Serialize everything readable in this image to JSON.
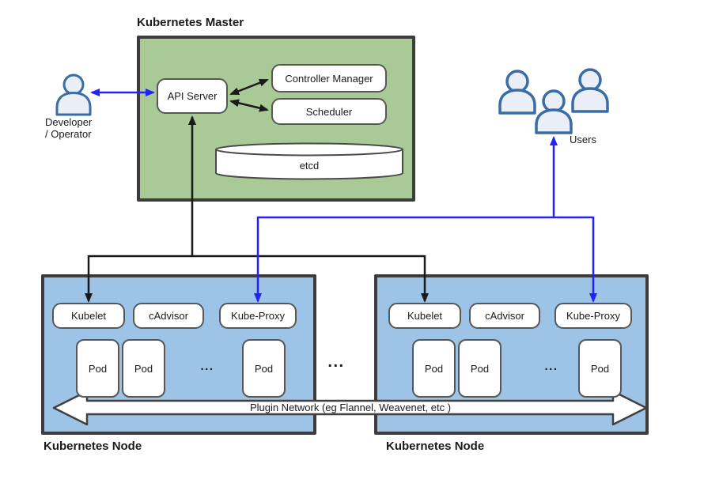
{
  "master": {
    "title": "Kubernetes Master",
    "api_server": "API Server",
    "controller_manager": "Controller Manager",
    "scheduler": "Scheduler",
    "etcd": "etcd"
  },
  "actors": {
    "developer_line1": "Developer",
    "developer_line2": "/ Operator",
    "users": "Users"
  },
  "nodes": [
    {
      "title": "Kubernetes Node",
      "components": [
        "Kubelet",
        "cAdvisor",
        "Kube-Proxy"
      ],
      "pods": [
        "Pod",
        "Pod",
        "Pod"
      ],
      "ellipsis": "..."
    },
    {
      "title": "Kubernetes Node",
      "components": [
        "Kubelet",
        "cAdvisor",
        "Kube-Proxy"
      ],
      "pods": [
        "Pod",
        "Pod",
        "Pod"
      ],
      "ellipsis": "..."
    }
  ],
  "middle_ellipsis": "...",
  "plugin_network": {
    "label": "Plugin Network (eg Flannel, Weavenet, etc )"
  },
  "colors": {
    "master_fill": "#a9c997",
    "node_fill": "#9dc3e6",
    "outer_border": "#3c3c3c",
    "box_border": "#575757",
    "black_arrow": "#1a1a1a",
    "blue_arrow": "#2222ff",
    "person_stroke": "#3a6ca5",
    "person_fill": "#e9eef7"
  }
}
